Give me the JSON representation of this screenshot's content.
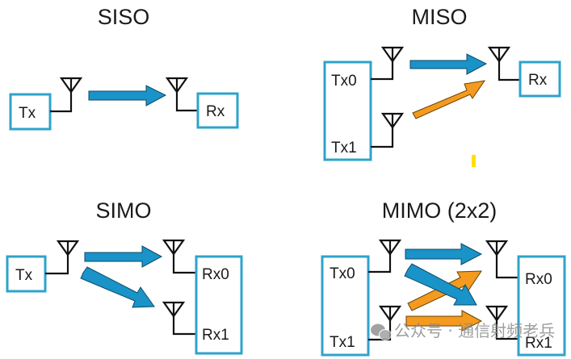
{
  "panels": {
    "siso": {
      "title": "SISO",
      "tx": "Tx",
      "rx": "Rx"
    },
    "miso": {
      "title": "MISO",
      "tx0": "Tx0",
      "tx1": "Tx1",
      "rx": "Rx"
    },
    "simo": {
      "title": "SIMO",
      "tx": "Tx",
      "rx0": "Rx0",
      "rx1": "Rx1"
    },
    "mimo": {
      "title": "MIMO (2x2)",
      "tx0": "Tx0",
      "tx1": "Tx1",
      "rx0": "Rx0",
      "rx1": "Rx1"
    }
  },
  "colors": {
    "box": "#2ea3cc",
    "arrow_primary": "#1a93c8",
    "arrow_secondary": "#f39a1f",
    "marker": "#ffe000"
  },
  "watermark": {
    "text": "公众号 · 通信射频老兵",
    "icon": "wechat-icon"
  }
}
